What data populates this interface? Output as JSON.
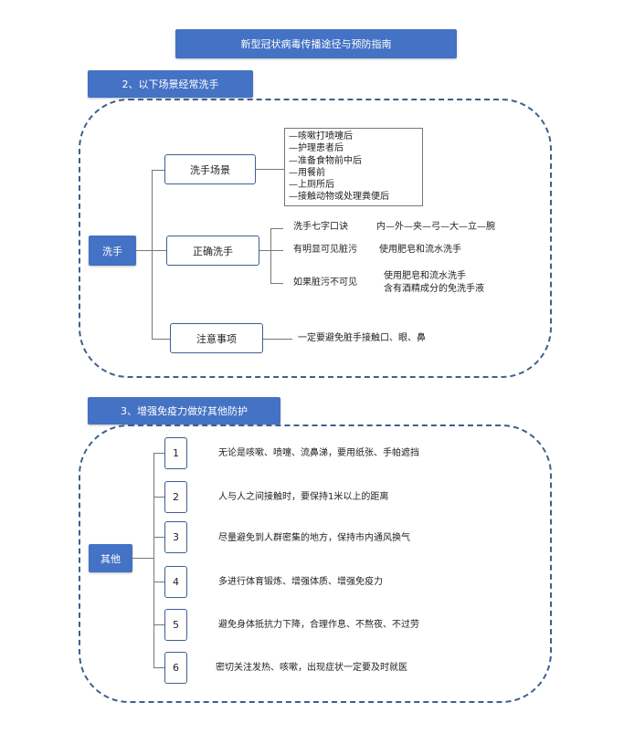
{
  "title": "新型冠状病毒传播途径与预防指南",
  "section2": {
    "header": "2、以下场景经常洗手",
    "root": "洗手",
    "branches": {
      "scene": {
        "label": "洗手场景",
        "items": [
          "—咳嗽打喷嚏后",
          "—护理患者后",
          "—准备食物前中后",
          "—用餐前",
          "—上厕所后",
          "—接触动物或处理粪便后"
        ]
      },
      "correct": {
        "label": "正确洗手",
        "items": [
          {
            "condition": "洗手七字口诀",
            "method": "内—外—夹—弓—大—立—腕"
          },
          {
            "condition": "有明显可见脏污",
            "method": "使用肥皂和流水洗手"
          },
          {
            "condition": "如果脏污不可见",
            "method": "使用肥皂和流水洗手",
            "method2": "含有酒精成分的免洗手液"
          }
        ]
      },
      "notes": {
        "label": "注意事项",
        "text": "一定要避免脏手接触口、眼、鼻"
      }
    }
  },
  "section3": {
    "header": "3、增强免疫力做好其他防护",
    "root": "其他",
    "items": [
      {
        "num": "1",
        "text": "无论是咳嗽、喷嚏、流鼻涕，要用纸张、手帕遮挡"
      },
      {
        "num": "2",
        "text": "人与人之间接触时，要保持1米以上的距离"
      },
      {
        "num": "3",
        "text": "尽量避免到人群密集的地方，保持市内通风换气"
      },
      {
        "num": "4",
        "text": "多进行体育锻炼、增强体质、增强免疫力"
      },
      {
        "num": "5",
        "text": "避免身体抵抗力下降，合理作息、不熬夜、不过劳"
      },
      {
        "num": "6",
        "text": "密切关注发热、咳嗽，出现症状一定要及时就医"
      }
    ]
  }
}
